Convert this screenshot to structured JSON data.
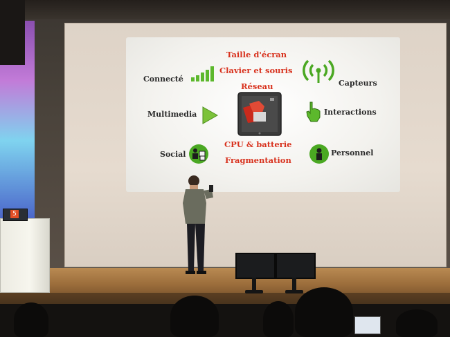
{
  "slide": {
    "connecte": "Connecté",
    "taille_ecran": "Taille d'écran",
    "clavier_souris": "Clavier et souris",
    "capteurs": "Capteurs",
    "reseau": "Réseau",
    "multimedia": "Multimedia",
    "interactions": "Interactions",
    "cpu_batterie": "CPU & batterie",
    "social": "Social",
    "personnel": "Personnel",
    "fragmentation": "Fragmentation"
  },
  "podium_badge": "5",
  "colors": {
    "accent_red": "#d8321e",
    "accent_green": "#4aa822"
  }
}
